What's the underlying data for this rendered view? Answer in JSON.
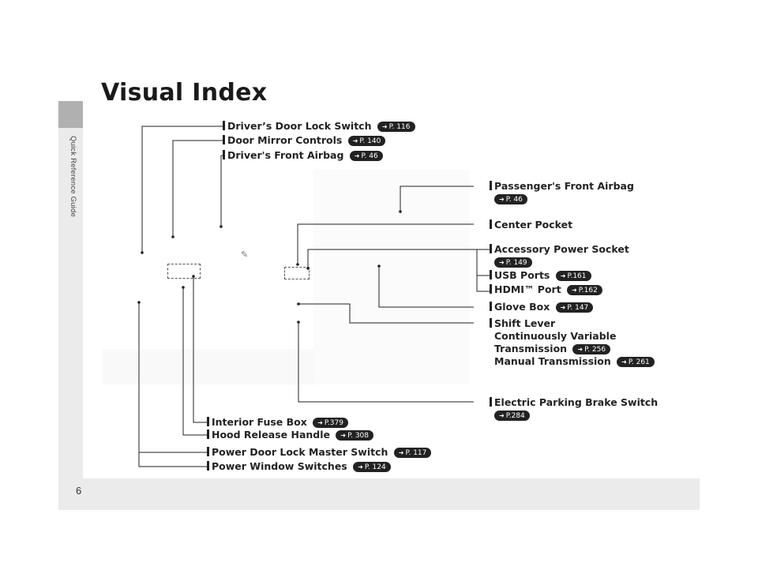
{
  "page": {
    "title": "Visual Index",
    "side_tab": "Quick Reference Guide",
    "page_number": "6",
    "pref_arrow": "➜"
  },
  "callouts": {
    "drivers_door_lock": {
      "label": "Driver’s Door Lock Switch",
      "ref": "P. 116"
    },
    "door_mirror": {
      "label": "Door Mirror Controls",
      "ref": "P. 140"
    },
    "drivers_airbag": {
      "label": "Driver's Front Airbag",
      "ref": "P. 46"
    },
    "passenger_airbag": {
      "label": "Passenger's Front Airbag",
      "ref": "P. 46"
    },
    "center_pocket": {
      "label": "Center Pocket"
    },
    "accessory_socket": {
      "label": "Accessory Power Socket",
      "ref": "P. 149"
    },
    "usb_ports": {
      "label": "USB Ports",
      "ref": "P.161"
    },
    "hdmi_port": {
      "label": "HDMI™ Port",
      "ref": "P.162"
    },
    "glove_box": {
      "label": "Glove Box",
      "ref": "P. 147"
    },
    "shift_lever": {
      "label": "Shift Lever",
      "cvt_line1": "Continuously Variable",
      "cvt_line2": "Transmission",
      "cvt_ref": "P. 256",
      "manual": "Manual Transmission",
      "manual_ref": "P. 261"
    },
    "parking_brake": {
      "label": "Electric Parking Brake Switch",
      "ref": "P.284"
    },
    "fuse_box": {
      "label": "Interior Fuse Box",
      "ref": "P.379"
    },
    "hood_release": {
      "label": "Hood Release Handle",
      "ref": "P. 308"
    },
    "master_switch": {
      "label": "Power Door Lock Master Switch",
      "ref": "P. 117"
    },
    "window_switches": {
      "label": "Power Window Switches",
      "ref": "P. 124"
    }
  }
}
